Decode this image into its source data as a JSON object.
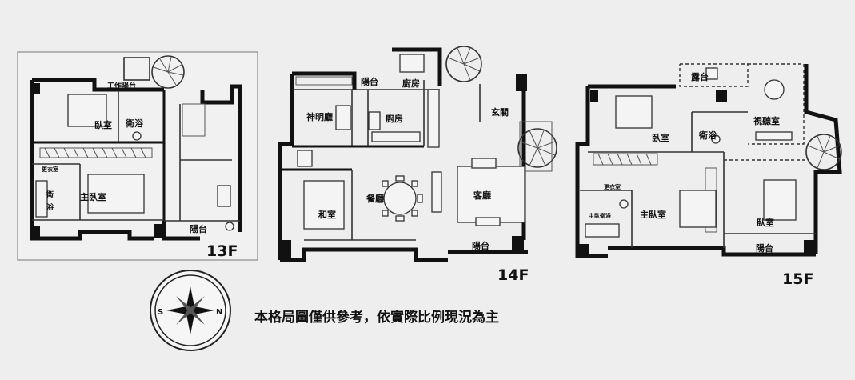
{
  "plans": {
    "f13": {
      "floor_label": "13F",
      "rooms": {
        "work_balcony": "工作陽台",
        "bedroom": "臥室",
        "bathroom": "衛浴",
        "dressing": "更衣室",
        "bath_a": "衛",
        "bath_b": "浴",
        "master": "主臥室",
        "balcony": "陽台"
      }
    },
    "f14": {
      "floor_label": "14F",
      "rooms": {
        "balcony_top": "陽台",
        "kitchen_top": "廚房",
        "kitchen": "廚房",
        "shrine": "神明廳",
        "entrance": "玄關",
        "dining": "餐廳",
        "living": "客廳",
        "tatami": "和室",
        "balcony_bottom": "陽台"
      }
    },
    "f15": {
      "floor_label": "15F",
      "rooms": {
        "terrace": "露台",
        "av_room": "視聽室",
        "bedroom_a": "臥室",
        "bathroom": "衛浴",
        "dressing": "更衣室",
        "master_bath": "主臥衛浴",
        "master": "主臥室",
        "bedroom_b": "臥室",
        "balcony": "陽台"
      }
    }
  },
  "compass": {
    "n": "N",
    "s": "S"
  },
  "disclaimer": "本格局圖僅供參考，依實際比例現況為主"
}
